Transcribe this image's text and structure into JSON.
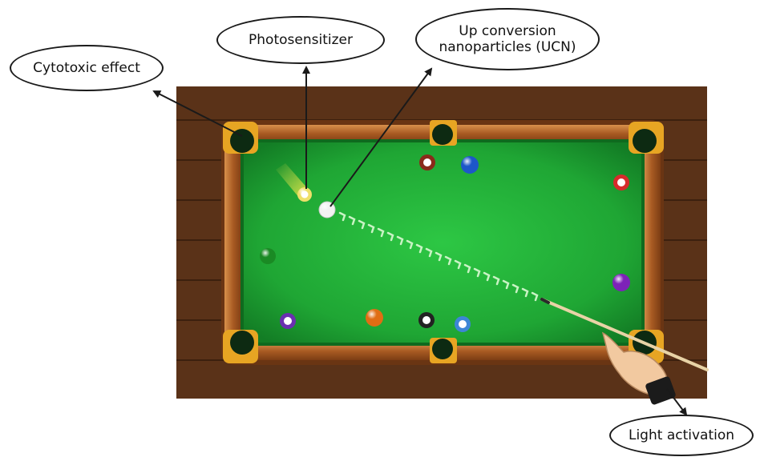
{
  "labels": {
    "cytotoxic": "Cytotoxic effect",
    "photosensitizer": "Photosensitizer",
    "ucn_line1": "Up conversion",
    "ucn_line2": "nanoparticles (UCN)",
    "light": "Light activation"
  },
  "colors": {
    "felt": "#22b23a",
    "felt_dark": "#14862a",
    "rail_wood": "#b5662a",
    "floor_wood": "#5a3218",
    "arrow": "#1a1a1a"
  },
  "icons": {
    "pocket": "black-circle",
    "cue_ball": "white-ball",
    "hand": "hand-icon"
  }
}
